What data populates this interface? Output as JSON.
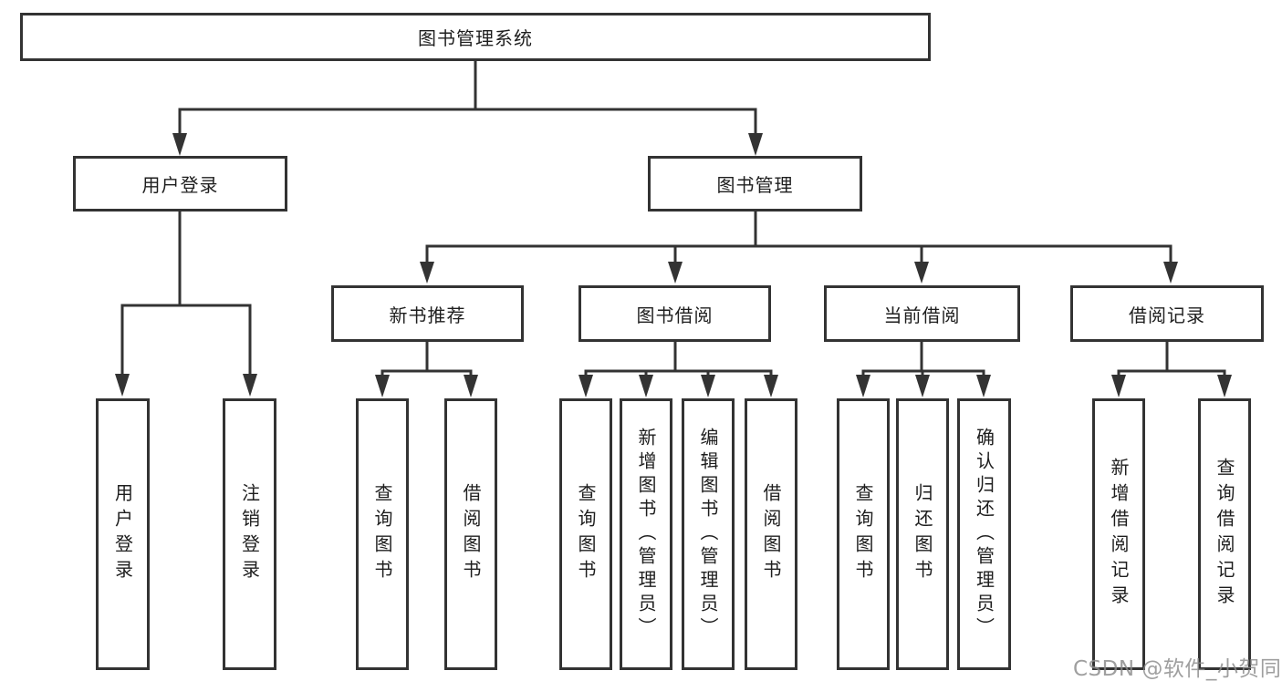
{
  "diagram_title": "图书管理系统",
  "watermark": "CSDN @软件_小贺同学",
  "colors": {
    "line": "#333333",
    "box_border": "#333333",
    "text": "#1e1e1e",
    "watermark": "#8a8a8a",
    "background": "#ffffff"
  },
  "tree": {
    "root": {
      "label": "图书管理系统"
    },
    "children": [
      {
        "label": "用户登录",
        "children": [
          {
            "label": "用户登录"
          },
          {
            "label": "注销登录"
          }
        ]
      },
      {
        "label": "图书管理",
        "children": [
          {
            "label": "新书推荐",
            "children": [
              {
                "label": "查询图书"
              },
              {
                "label": "借阅图书"
              }
            ]
          },
          {
            "label": "图书借阅",
            "children": [
              {
                "label": "查询图书"
              },
              {
                "label": "新增图书（管理员）"
              },
              {
                "label": "编辑图书（管理员）"
              },
              {
                "label": "借阅图书"
              }
            ]
          },
          {
            "label": "当前借阅",
            "children": [
              {
                "label": "查询图书"
              },
              {
                "label": "归还图书"
              },
              {
                "label": "确认归还（管理员）"
              }
            ]
          },
          {
            "label": "借阅记录",
            "children": [
              {
                "label": "新增借阅记录"
              },
              {
                "label": "查询借阅记录"
              }
            ]
          }
        ]
      }
    ]
  }
}
